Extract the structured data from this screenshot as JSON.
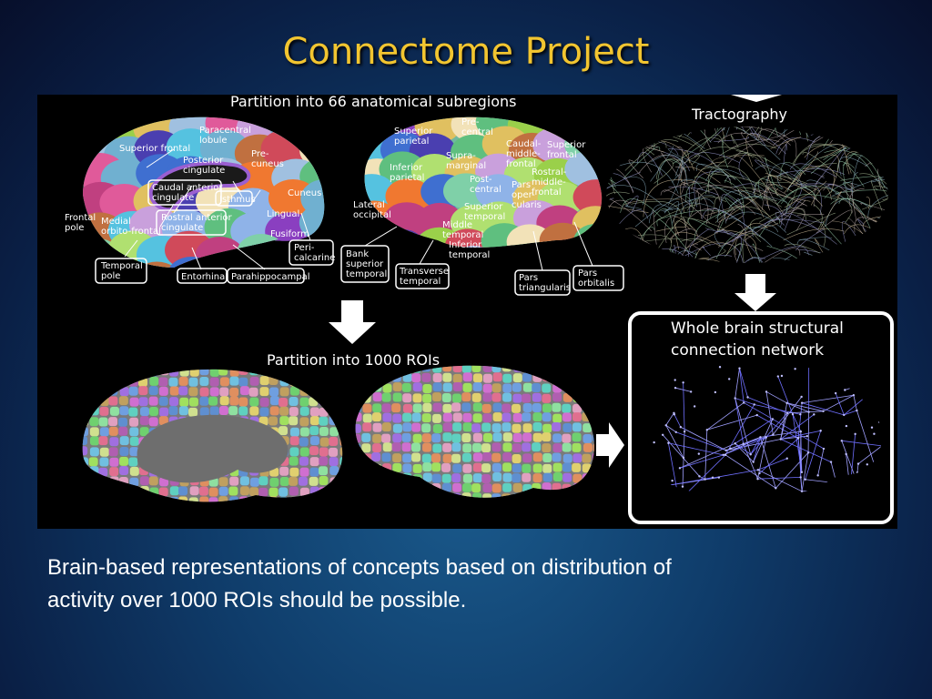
{
  "title": "Connectome Project",
  "figure": {
    "partition66": "Partition into 66 anatomical subregions",
    "tractography": "Tractography",
    "partition1000": "Partition into 1000 ROIs",
    "network_line1": "Whole brain structural",
    "network_line2": "connection network",
    "medial_labels": [
      [
        "Superior frontal"
      ],
      [
        "Paracentral",
        "lobule"
      ],
      [
        "Posterior",
        "cingulate"
      ],
      [
        "Pre-",
        "cuneus"
      ],
      [
        "Caudal anterior",
        "cingulate"
      ],
      [
        "Isthmus"
      ],
      [
        "Cuneus"
      ],
      [
        "Frontal",
        "pole"
      ],
      [
        "Medial",
        "orbito-frontal"
      ],
      [
        "Rostral anterior",
        "cingulate"
      ],
      [
        "Lingual"
      ],
      [
        "Fusiform"
      ],
      [
        "Temporal",
        "pole"
      ],
      [
        "Entorhinal"
      ],
      [
        "Parahippocampal"
      ],
      [
        "Peri-",
        "calcarine"
      ]
    ],
    "lateral_labels": [
      [
        "Superior",
        "parietal"
      ],
      [
        "Pre-",
        "central"
      ],
      [
        "Caudal-",
        "middle-",
        "frontal"
      ],
      [
        "Superior",
        "frontal"
      ],
      [
        "Supra-",
        "marginal"
      ],
      [
        "Inferior",
        "parietal"
      ],
      [
        "Post-",
        "central"
      ],
      [
        "Rostral-",
        "middle-",
        "frontal"
      ],
      [
        "Pars",
        "oper-",
        "cularis"
      ],
      [
        "Lateral",
        "occipital"
      ],
      [
        "Superior",
        "temporal"
      ],
      [
        "Middle",
        "temporal"
      ],
      [
        "Inferior",
        "temporal"
      ],
      [
        "Bank",
        "superior",
        "temporal"
      ],
      [
        "Transverse",
        "temporal"
      ],
      [
        "Pars",
        "triangularis"
      ],
      [
        "Pars",
        "orbitalis"
      ]
    ]
  },
  "caption": {
    "line1": "Brain-based representations of concepts based on distribution of",
    "line2": "activity over 1000 ROIs should be possible."
  }
}
